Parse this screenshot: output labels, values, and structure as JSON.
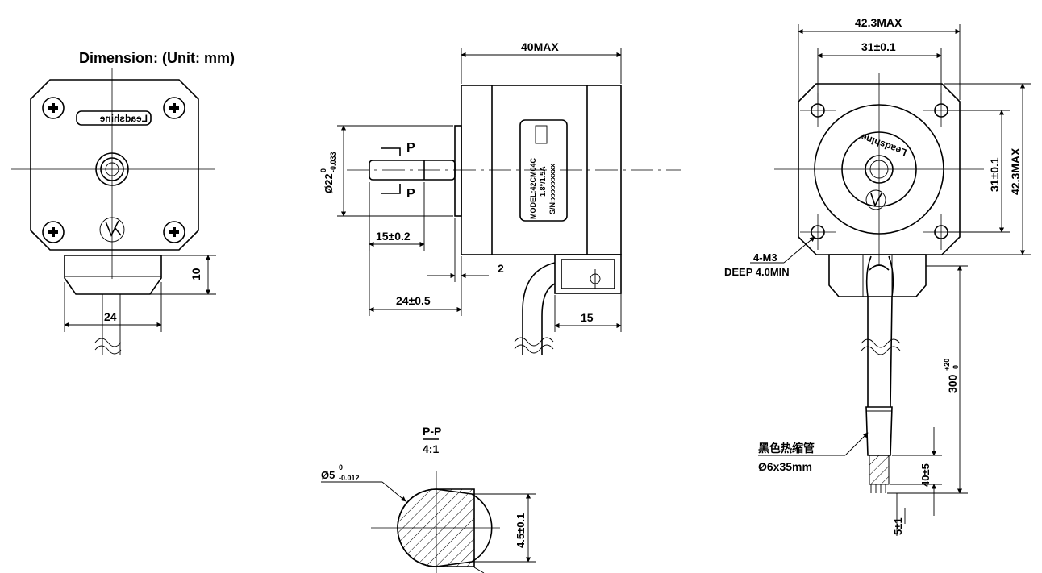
{
  "title": "Dimension: (Unit: mm)",
  "brand": "Leadshine",
  "label_plate": {
    "model": "MODEL:42CM04C",
    "rating": "1.8°/1.5A",
    "serial": "S/N:xxxxxxxxx"
  },
  "dimensions": {
    "front_width": "24",
    "front_height": "10",
    "body_length": "40MAX",
    "shaft_pilot": "Ø22",
    "shaft_pilot_tol_upper": "0",
    "shaft_pilot_tol_lower": "-0.033",
    "flat_length": "15±0.2",
    "flange_thickness": "2",
    "shaft_length": "24±0.5",
    "connector_width": "15",
    "section_mark": "P",
    "overall_width": "42.3MAX",
    "hole_spacing_h": "31±0.1",
    "hole_spacing_v": "31±0.1",
    "overall_height": "42.3MAX",
    "mount_holes_1": "4-M3",
    "mount_holes_2": "DEEP 4.0MIN",
    "lead_length": "300",
    "lead_length_tol_upper": "+20",
    "lead_length_tol_lower": "0",
    "sleeve_label": "黑色热缩管",
    "sleeve_size": "Ø6x35mm",
    "strip_length": "40±5",
    "tin_length": "5±1",
    "section_title": "P-P",
    "section_scale": "4:1",
    "shaft_diameter": "Ø5",
    "shaft_tol_upper": "0",
    "shaft_tol_lower": "-0.012",
    "flat_height": "4.5±0.1"
  }
}
